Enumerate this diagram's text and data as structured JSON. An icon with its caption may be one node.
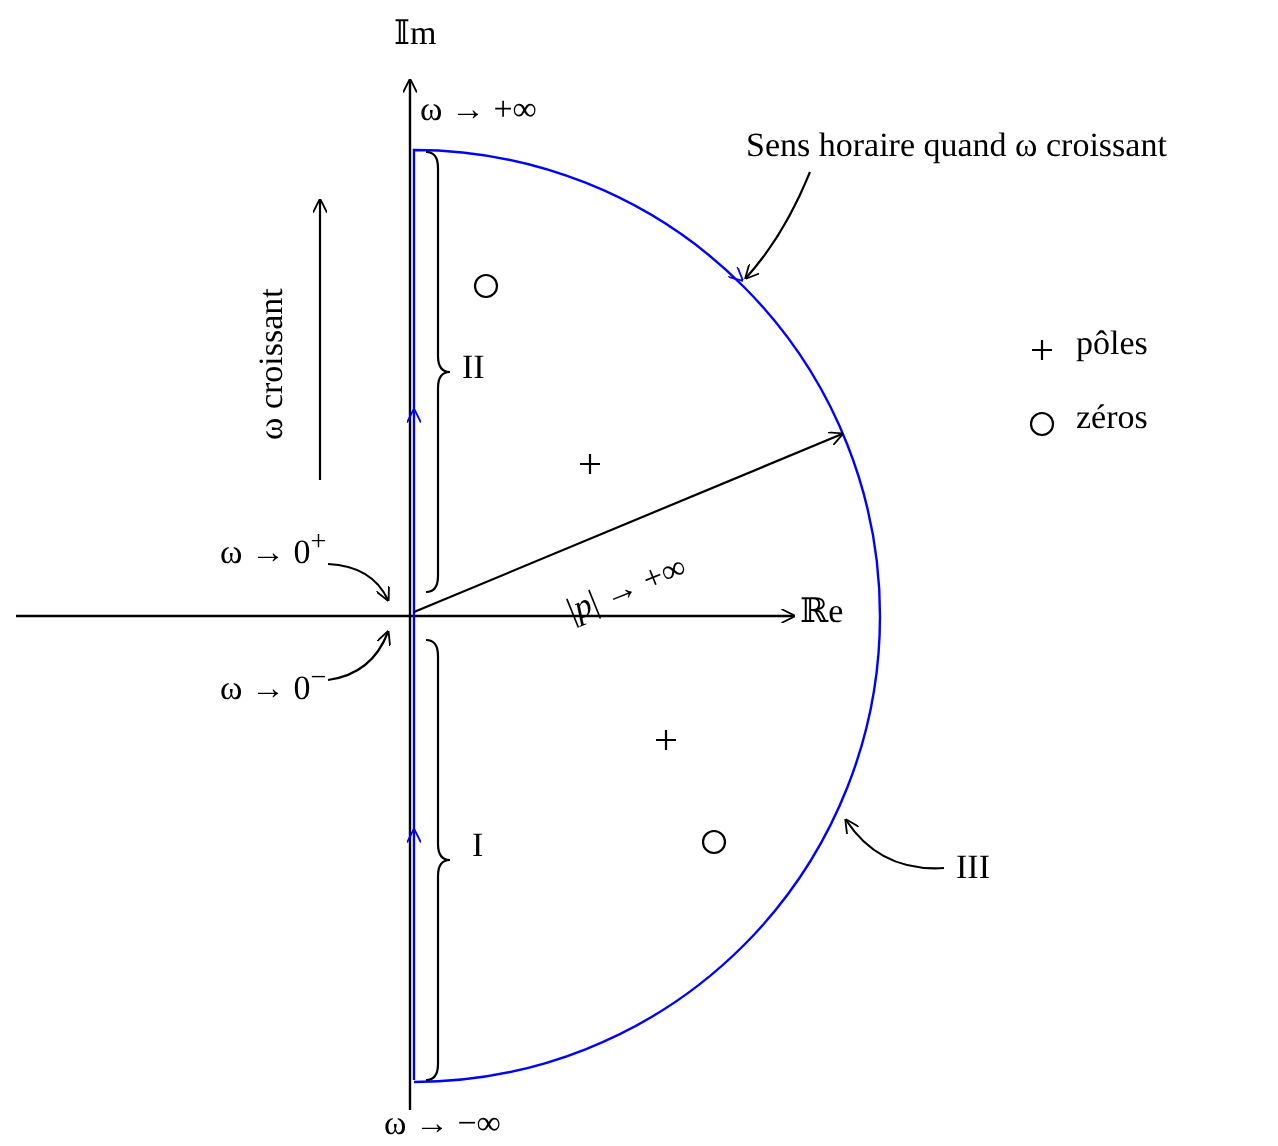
{
  "diagram": {
    "nodes": [
      {
        "text": [
          "Sens horaire quand ω croissant"
        ]
      },
      {
        "text": [
          "III"
        ]
      },
      {
        "text": [
          "ω → 0$^{+}$"
        ]
      },
      {
        "text": [
          "ω → 0$^{−}$"
        ]
      }
    ],
    "edges": [
      {
        "from": 0,
        "to": null,
        "arrow": "to"
      },
      {
        "from": 1,
        "to": null,
        "arrow": "to"
      },
      {
        "from": 2,
        "to": null,
        "arrow": "to"
      },
      {
        "from": 3,
        "to": null,
        "arrow": "to"
      }
    ],
    "labels": [
      "𝕀m",
      "ω → +∞",
      "ω croissant",
      "II",
      "|*p*| → +∞",
      "ℝe",
      "I",
      "ω → −∞"
    ],
    "legend": [
      {
        "text": "pôles"
      },
      {
        "text": "zéros"
      }
    ]
  }
}
